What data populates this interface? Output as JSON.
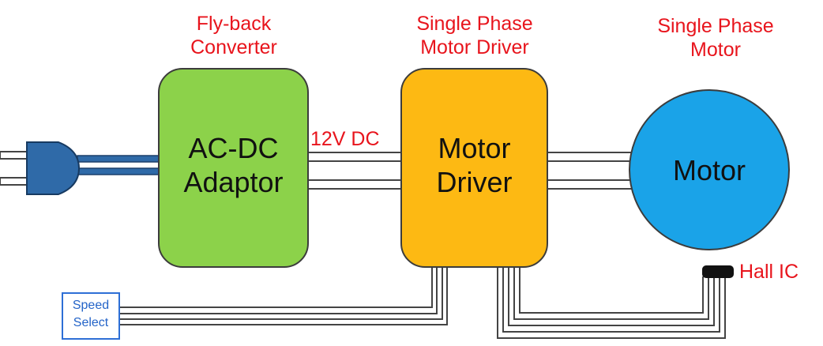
{
  "captions": {
    "flyback_line1": "Fly-back",
    "flyback_line2": "Converter",
    "driver_line1": "Single Phase",
    "driver_line2": "Motor Driver",
    "motor_line1": "Single Phase",
    "motor_line2": "Motor"
  },
  "blocks": {
    "adaptor_line1": "AC-DC",
    "adaptor_line2": "Adaptor",
    "driver_line1": "Motor",
    "driver_line2": "Driver",
    "motor": "Motor"
  },
  "labels": {
    "dc_voltage": "12V DC",
    "hall": "Hall IC",
    "speed_line1": "Speed",
    "speed_line2": "Select"
  },
  "colors": {
    "caption_red": "#e8141c",
    "adaptor_green": "#8cd24a",
    "driver_orange": "#fdb913",
    "motor_blue": "#1aa3e8",
    "plug_blue": "#2f6aa8",
    "speed_blue": "#2464c8"
  },
  "icons": {
    "plug": "ac-power-plug-icon",
    "hall_sensor": "hall-ic-sensor-icon"
  }
}
